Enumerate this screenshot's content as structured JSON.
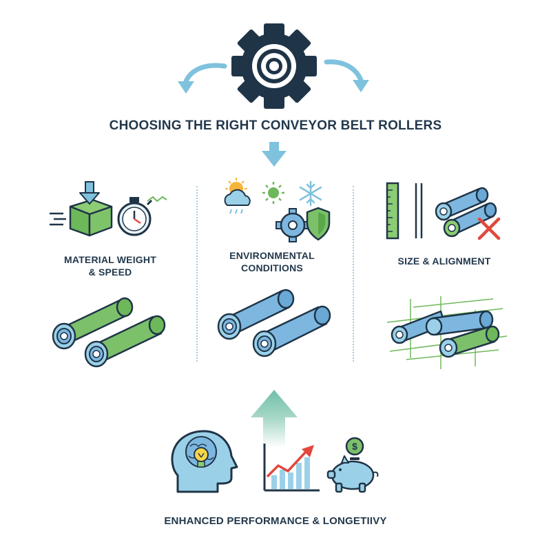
{
  "header": {
    "title": "CHOOSING THE RIGHT CONVEYOR BELT ROLLERS",
    "icon": "gear-icon"
  },
  "columns": [
    {
      "label": "MATERIAL WEIGHT\n& SPEED",
      "icons": [
        "box-down-arrow-icon",
        "stopwatch-icon"
      ],
      "roller_color": "#7cc06a"
    },
    {
      "label": "ENVIRONMENTAL\nCONDITIONS",
      "icons": [
        "sun-cloud-rain-icon",
        "sun-icon",
        "snowflake-icon",
        "gear-shield-icon"
      ],
      "roller_color": "#7db7e0"
    },
    {
      "label": "SIZE & ALIGNMENT",
      "icons": [
        "ruler-icon",
        "misaligned-rollers-icon",
        "red-x-icon",
        "aligned-rollers-grid-icon"
      ],
      "roller_color": "#7db7e0"
    }
  ],
  "footer": {
    "label": "ENHANCED PERFORMANCE & LONGETIIVY",
    "icons": [
      "brain-lightbulb-icon",
      "growth-chart-icon",
      "piggy-bank-icon"
    ]
  },
  "colors": {
    "navy": "#1f3447",
    "arrow_blue": "#7fc2dd",
    "green": "#6db85a",
    "blue_roller": "#7db7e0",
    "red": "#e0483d"
  }
}
